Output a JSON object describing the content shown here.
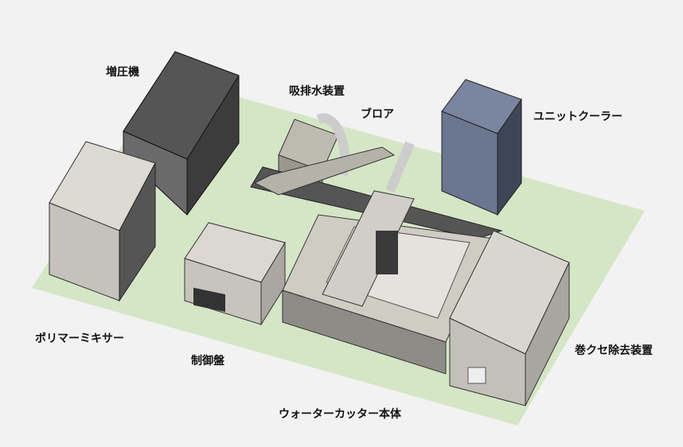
{
  "labels": {
    "booster": "増圧機",
    "water_suction": "吸排水装置",
    "blower": "ブロア",
    "unit_cooler": "ユニットクーラー",
    "polymer_mixer": "ポリマーミキサー",
    "control_panel": "制御盤",
    "decurler": "巻クセ除去装置",
    "waterjet_main": "ウォーターカッター本体"
  },
  "colors": {
    "background": "#f2f2f2",
    "floor": "#d4e6c6",
    "machine_gray": "#c8c6bf",
    "dark_machine": "#4a4a4a",
    "cooler_blue": "#6b7690"
  }
}
